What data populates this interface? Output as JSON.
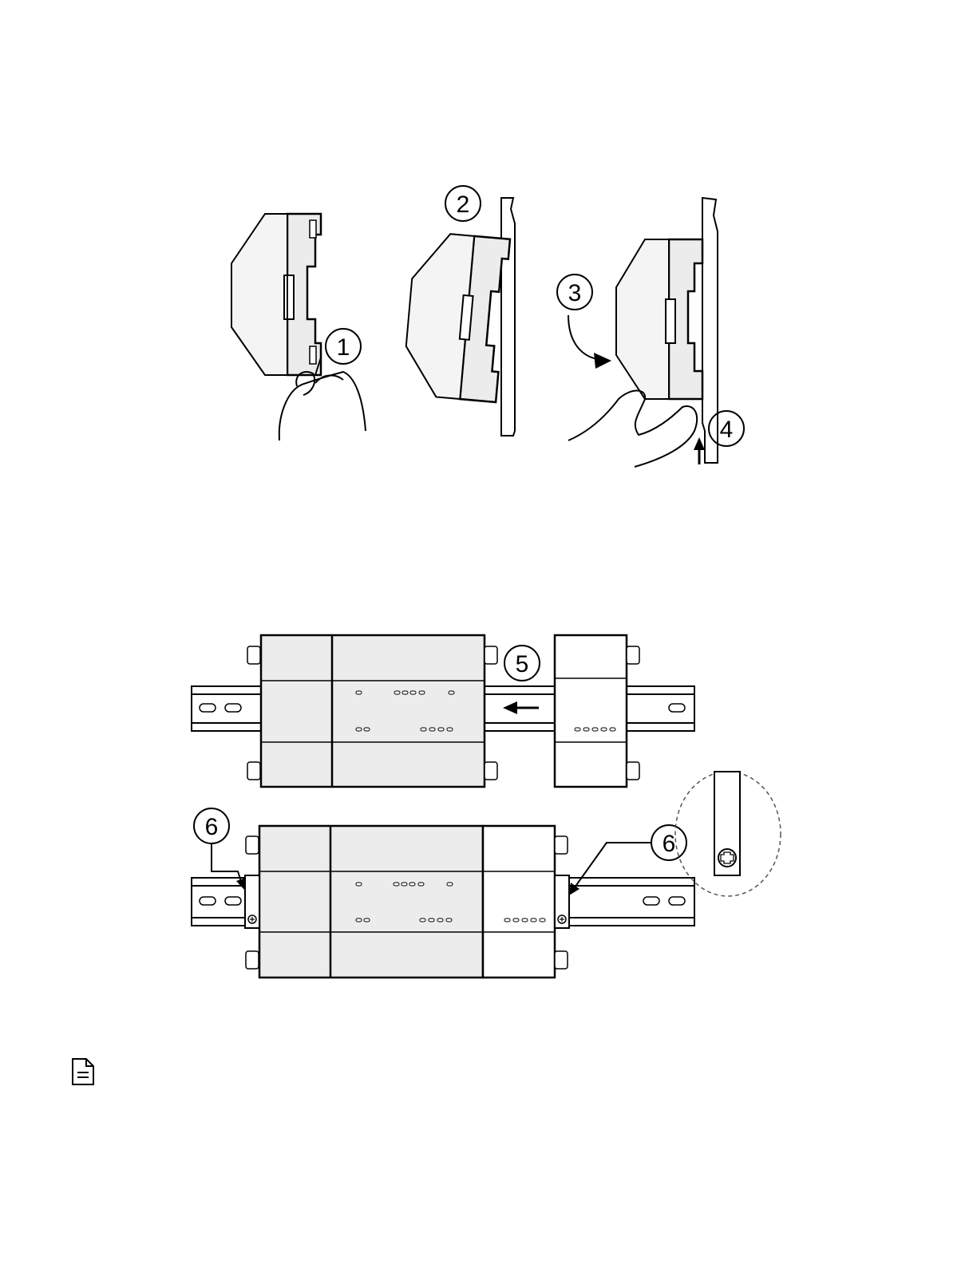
{
  "steps": {
    "s1": "1",
    "s2": "2",
    "s3": "3",
    "s4": "4",
    "s5": "5",
    "s6a": "6",
    "s6b": "6"
  },
  "icons": {
    "note": "document-note-icon"
  }
}
